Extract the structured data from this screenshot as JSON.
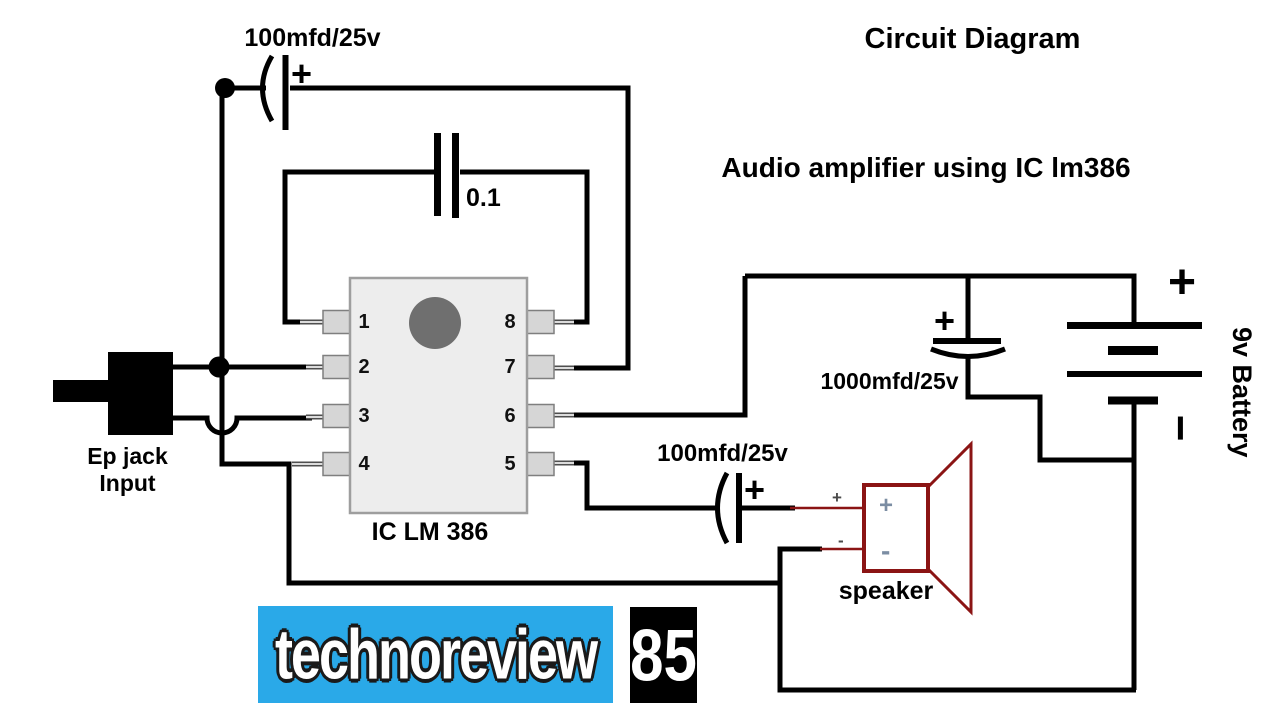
{
  "titles": {
    "main": "Circuit Diagram",
    "subtitle": "Audio amplifier using IC lm386"
  },
  "ic": {
    "label": "IC LM 386",
    "pins_left": [
      "1",
      "2",
      "3",
      "4"
    ],
    "pins_right": [
      "8",
      "7",
      "6",
      "5"
    ]
  },
  "capacitors": {
    "input_cap_label": "100mfd/25v",
    "input_cap_plus": "+",
    "bypass_cap_label": "0.1",
    "output_cap_label": "100mfd/25v",
    "output_cap_plus": "+",
    "filter_cap_label": "1000mfd/25v",
    "filter_cap_plus": "+"
  },
  "battery": {
    "label": "9v Battery",
    "plus": "+",
    "minus": "−"
  },
  "speaker": {
    "label": "speaker",
    "inner_plus": "+",
    "inner_minus": "-",
    "terminal_plus": "+",
    "terminal_minus": "-"
  },
  "input_jack": {
    "label_line1": "Ep jack",
    "label_line2": "Input"
  },
  "watermark": {
    "name": "technoreview",
    "number": "85"
  },
  "colors": {
    "wire": "#000000",
    "speaker_red": "#8B1414",
    "logo_blue": "#2AA9E8",
    "ic_fill": "#EDEDED",
    "ic_circle": "#6F6F6F",
    "pin_fill": "#D6D6D6",
    "speaker_sign": "#7B8DA3"
  }
}
